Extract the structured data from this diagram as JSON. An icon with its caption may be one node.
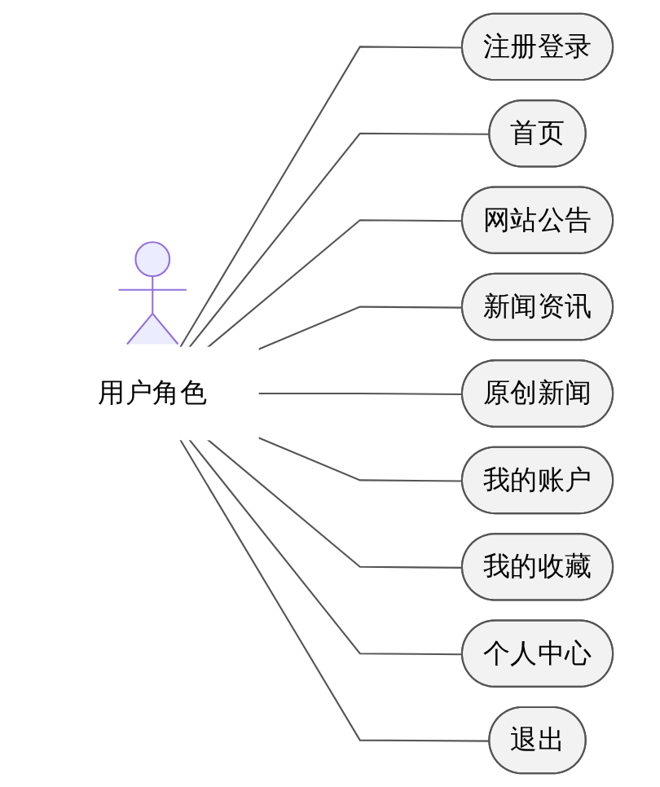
{
  "diagram": {
    "nodes": [
      {
        "text": [
          "用户角色"
        ]
      },
      {
        "text": [
          "注册登录"
        ]
      },
      {
        "text": [
          "首页"
        ]
      },
      {
        "text": [
          "网站公告"
        ]
      },
      {
        "text": [
          "新闻资讯"
        ]
      },
      {
        "text": [
          "原创新闻"
        ]
      },
      {
        "text": [
          "我的账户"
        ]
      },
      {
        "text": [
          "我的收藏"
        ]
      },
      {
        "text": [
          "个人中心"
        ]
      },
      {
        "text": [
          "退出"
        ]
      }
    ],
    "edges": [
      {
        "from": 0,
        "to": 1,
        "arrow": "none"
      },
      {
        "from": 0,
        "to": 2,
        "arrow": "none"
      },
      {
        "from": 0,
        "to": 3,
        "arrow": "none"
      },
      {
        "from": 0,
        "to": 4,
        "arrow": "none"
      },
      {
        "from": 0,
        "to": 5,
        "arrow": "none"
      },
      {
        "from": 0,
        "to": 6,
        "arrow": "none"
      },
      {
        "from": 0,
        "to": 7,
        "arrow": "none"
      },
      {
        "from": 0,
        "to": 8,
        "arrow": "none"
      },
      {
        "from": 0,
        "to": 9,
        "arrow": "none"
      }
    ]
  }
}
